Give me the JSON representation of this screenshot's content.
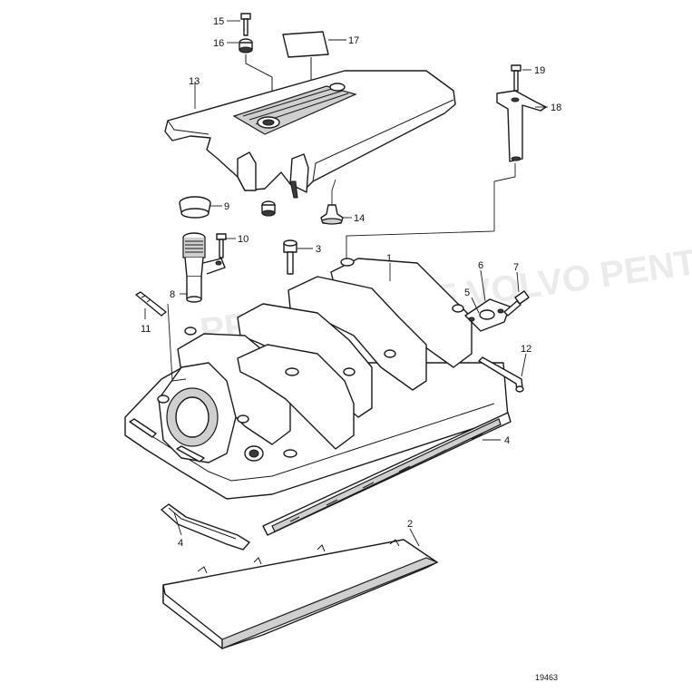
{
  "diagram": {
    "drawing_number": "19463",
    "watermark": "PROPERTY OF VOLVO PENTA",
    "callouts": {
      "c1": "1",
      "c2": "2",
      "c3": "3",
      "c4a": "4",
      "c4b": "4",
      "c5": "5",
      "c6": "6",
      "c7": "7",
      "c8": "8",
      "c9": "9",
      "c10": "10",
      "c11": "11",
      "c12": "12",
      "c13": "13",
      "c14": "14",
      "c15": "15",
      "c16": "16",
      "c17": "17",
      "c18": "18",
      "c19": "19"
    }
  }
}
